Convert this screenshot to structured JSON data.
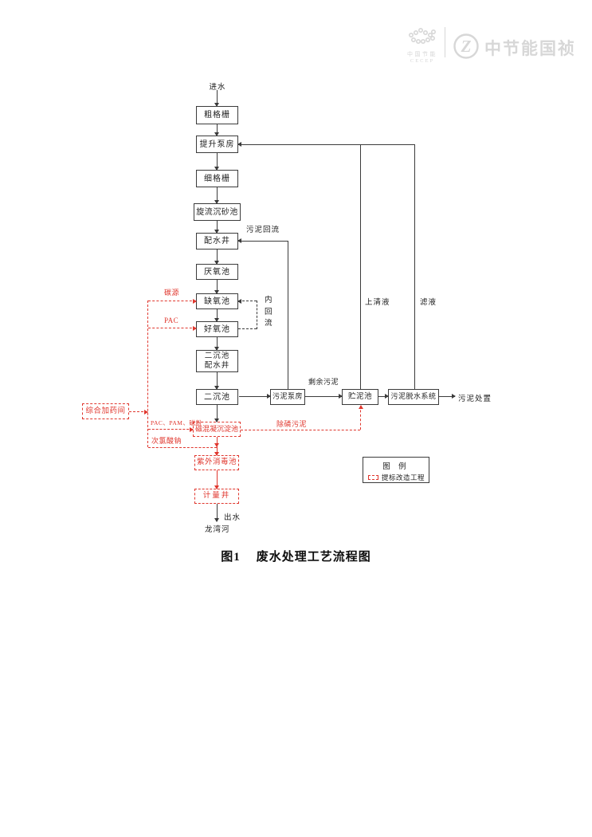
{
  "colors": {
    "ink": "#3b3b3b",
    "red": "#e0372e",
    "watermark": "#d7d7d7"
  },
  "logo": {
    "org_cn": "中国节能",
    "org_en": "CECEP",
    "brand": "中节能国祯"
  },
  "diagram": {
    "nodes": {
      "inflow": "进水",
      "coarse_screen": "粗格栅",
      "lift_pump_house": "提升泵房",
      "fine_screen": "细格栅",
      "grit_chamber": "旋流沉砂池",
      "distribution_well": "配水井",
      "anaerobic_tank": "厌氧池",
      "anoxic_tank": "缺氧池",
      "aerobic_tank": "好氧池",
      "secondary_dist_well": "二沉池\n配水井",
      "secondary_clarifier": "二沉池",
      "sludge_pump_house": "污泥泵房",
      "sludge_storage_tank": "贮泥池",
      "sludge_dewatering_system": "污泥脱水系统",
      "dosing_room": "综合加药间",
      "magnetic_coagulation_tank": "磁混凝沉淀池",
      "uv_disinfection_tank": "紫外消毒池",
      "metering_well": "计量井"
    },
    "flow_labels": {
      "sludge_return": "污泥回流",
      "internal_recirculation": "内\n回\n流",
      "supernatant": "上清液",
      "filtrate": "滤液",
      "excess_sludge": "剩余污泥",
      "sludge_disposal": "污泥处置",
      "phosphorus_sludge": "除磷污泥",
      "carbon_source": "碳源",
      "pac": "PAC",
      "pac_pam_magnetic_powder": "PAC、PAM、磁粉",
      "sodium_hypochlorite": "次氯酸钠",
      "outflow": "出水",
      "river": "龙湾河"
    },
    "legend": {
      "title": "图  例",
      "item": "提标改造工程"
    }
  },
  "caption": {
    "figure_no": "图1",
    "title": "废水处理工艺流程图"
  }
}
